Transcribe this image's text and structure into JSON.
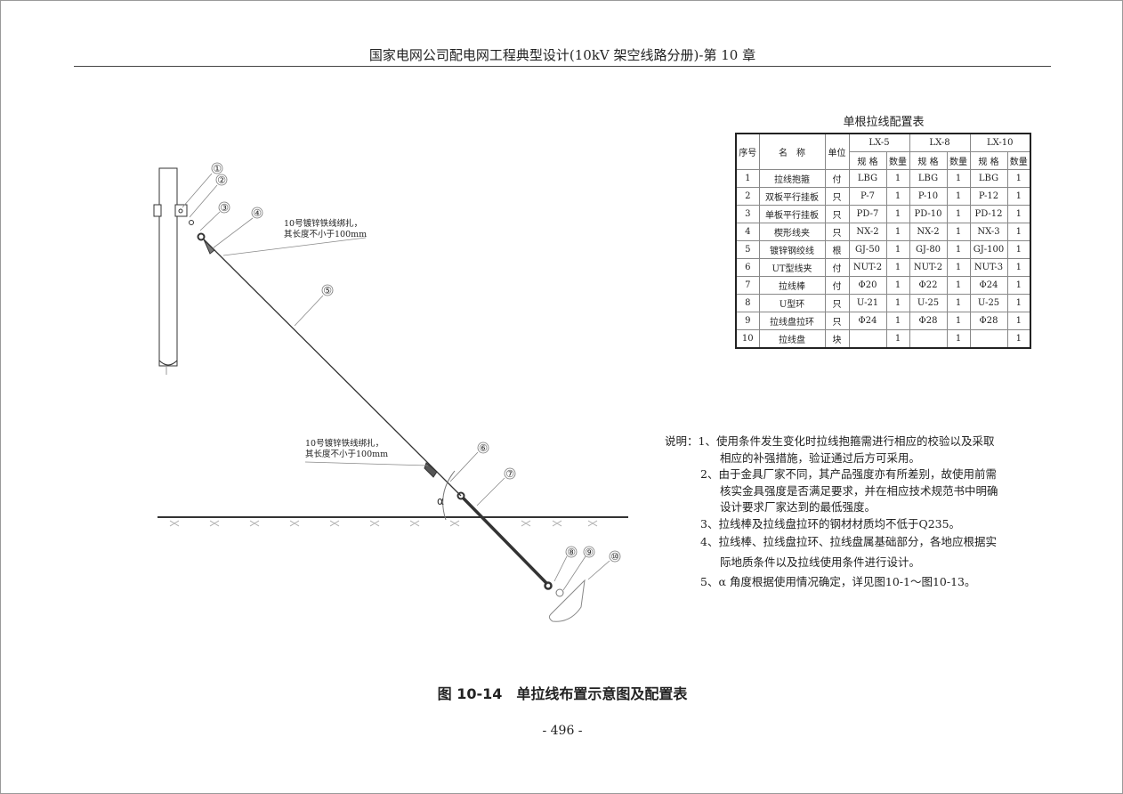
{
  "header": {
    "title": "国家电网公司配电网工程典型设计(10kV 架空线路分册)-第 10 章"
  },
  "table": {
    "title": "单根拉线配置表",
    "headers": {
      "no": "序号",
      "name": "名　称",
      "unit": "单位",
      "groups": [
        "LX-5",
        "LX-8",
        "LX-10"
      ],
      "spec": "规 格",
      "qty": "数量"
    },
    "rows": [
      [
        "1",
        "拉线抱箍",
        "付",
        "LBG",
        "1",
        "LBG",
        "1",
        "LBG",
        "1"
      ],
      [
        "2",
        "双板平行挂板",
        "只",
        "P-7",
        "1",
        "P-10",
        "1",
        "P-12",
        "1"
      ],
      [
        "3",
        "单板平行挂板",
        "只",
        "PD-7",
        "1",
        "PD-10",
        "1",
        "PD-12",
        "1"
      ],
      [
        "4",
        "楔形线夹",
        "只",
        "NX-2",
        "1",
        "NX-2",
        "1",
        "NX-3",
        "1"
      ],
      [
        "5",
        "镀锌钢绞线",
        "根",
        "GJ-50",
        "1",
        "GJ-80",
        "1",
        "GJ-100",
        "1"
      ],
      [
        "6",
        "UT型线夹",
        "付",
        "NUT-2",
        "1",
        "NUT-2",
        "1",
        "NUT-3",
        "1"
      ],
      [
        "7",
        "拉线棒",
        "付",
        "Φ20",
        "1",
        "Φ22",
        "1",
        "Φ24",
        "1"
      ],
      [
        "8",
        "U型环",
        "只",
        "U-21",
        "1",
        "U-25",
        "1",
        "U-25",
        "1"
      ],
      [
        "9",
        "拉线盘拉环",
        "只",
        "Φ24",
        "1",
        "Φ28",
        "1",
        "Φ28",
        "1"
      ],
      [
        "10",
        "拉线盘",
        "块",
        "",
        "1",
        "",
        "1",
        "",
        "1"
      ]
    ]
  },
  "diagram": {
    "labels": [
      "①",
      "②",
      "③",
      "④",
      "⑤",
      "⑥",
      "⑦",
      "⑧",
      "⑨",
      "⑩"
    ],
    "annotation_top": [
      "10号镀锌铁线绑扎，",
      "其长度不小于100mm"
    ],
    "annotation_bottom": [
      "10号镀锌铁线绑扎，",
      "其长度不小于100mm"
    ],
    "angle": "α"
  },
  "notes": {
    "prefix": "说明：",
    "items": [
      [
        "1、使用条件发生变化时拉线抱箍需进行相应的校验以及采取",
        "相应的补强措施，验证通过后方可采用。"
      ],
      [
        "2、由于金具厂家不同，其产品强度亦有所差别，故使用前需",
        "核实金具强度是否满足要求，并在相应技术规范书中明确",
        "设计要求厂家达到的最低强度。"
      ],
      [
        "3、拉线棒及拉线盘拉环的钢材材质均不低于Q235。"
      ],
      [
        "4、拉线棒、拉线盘拉环、拉线盘属基础部分，各地应根据实",
        "际地质条件以及拉线使用条件进行设计。"
      ],
      [
        "5、α 角度根据使用情况确定，详见图10-1～图10-13。"
      ]
    ]
  },
  "caption": "图 10-14　单拉线布置示意图及配置表",
  "page_number": "- 496 -"
}
